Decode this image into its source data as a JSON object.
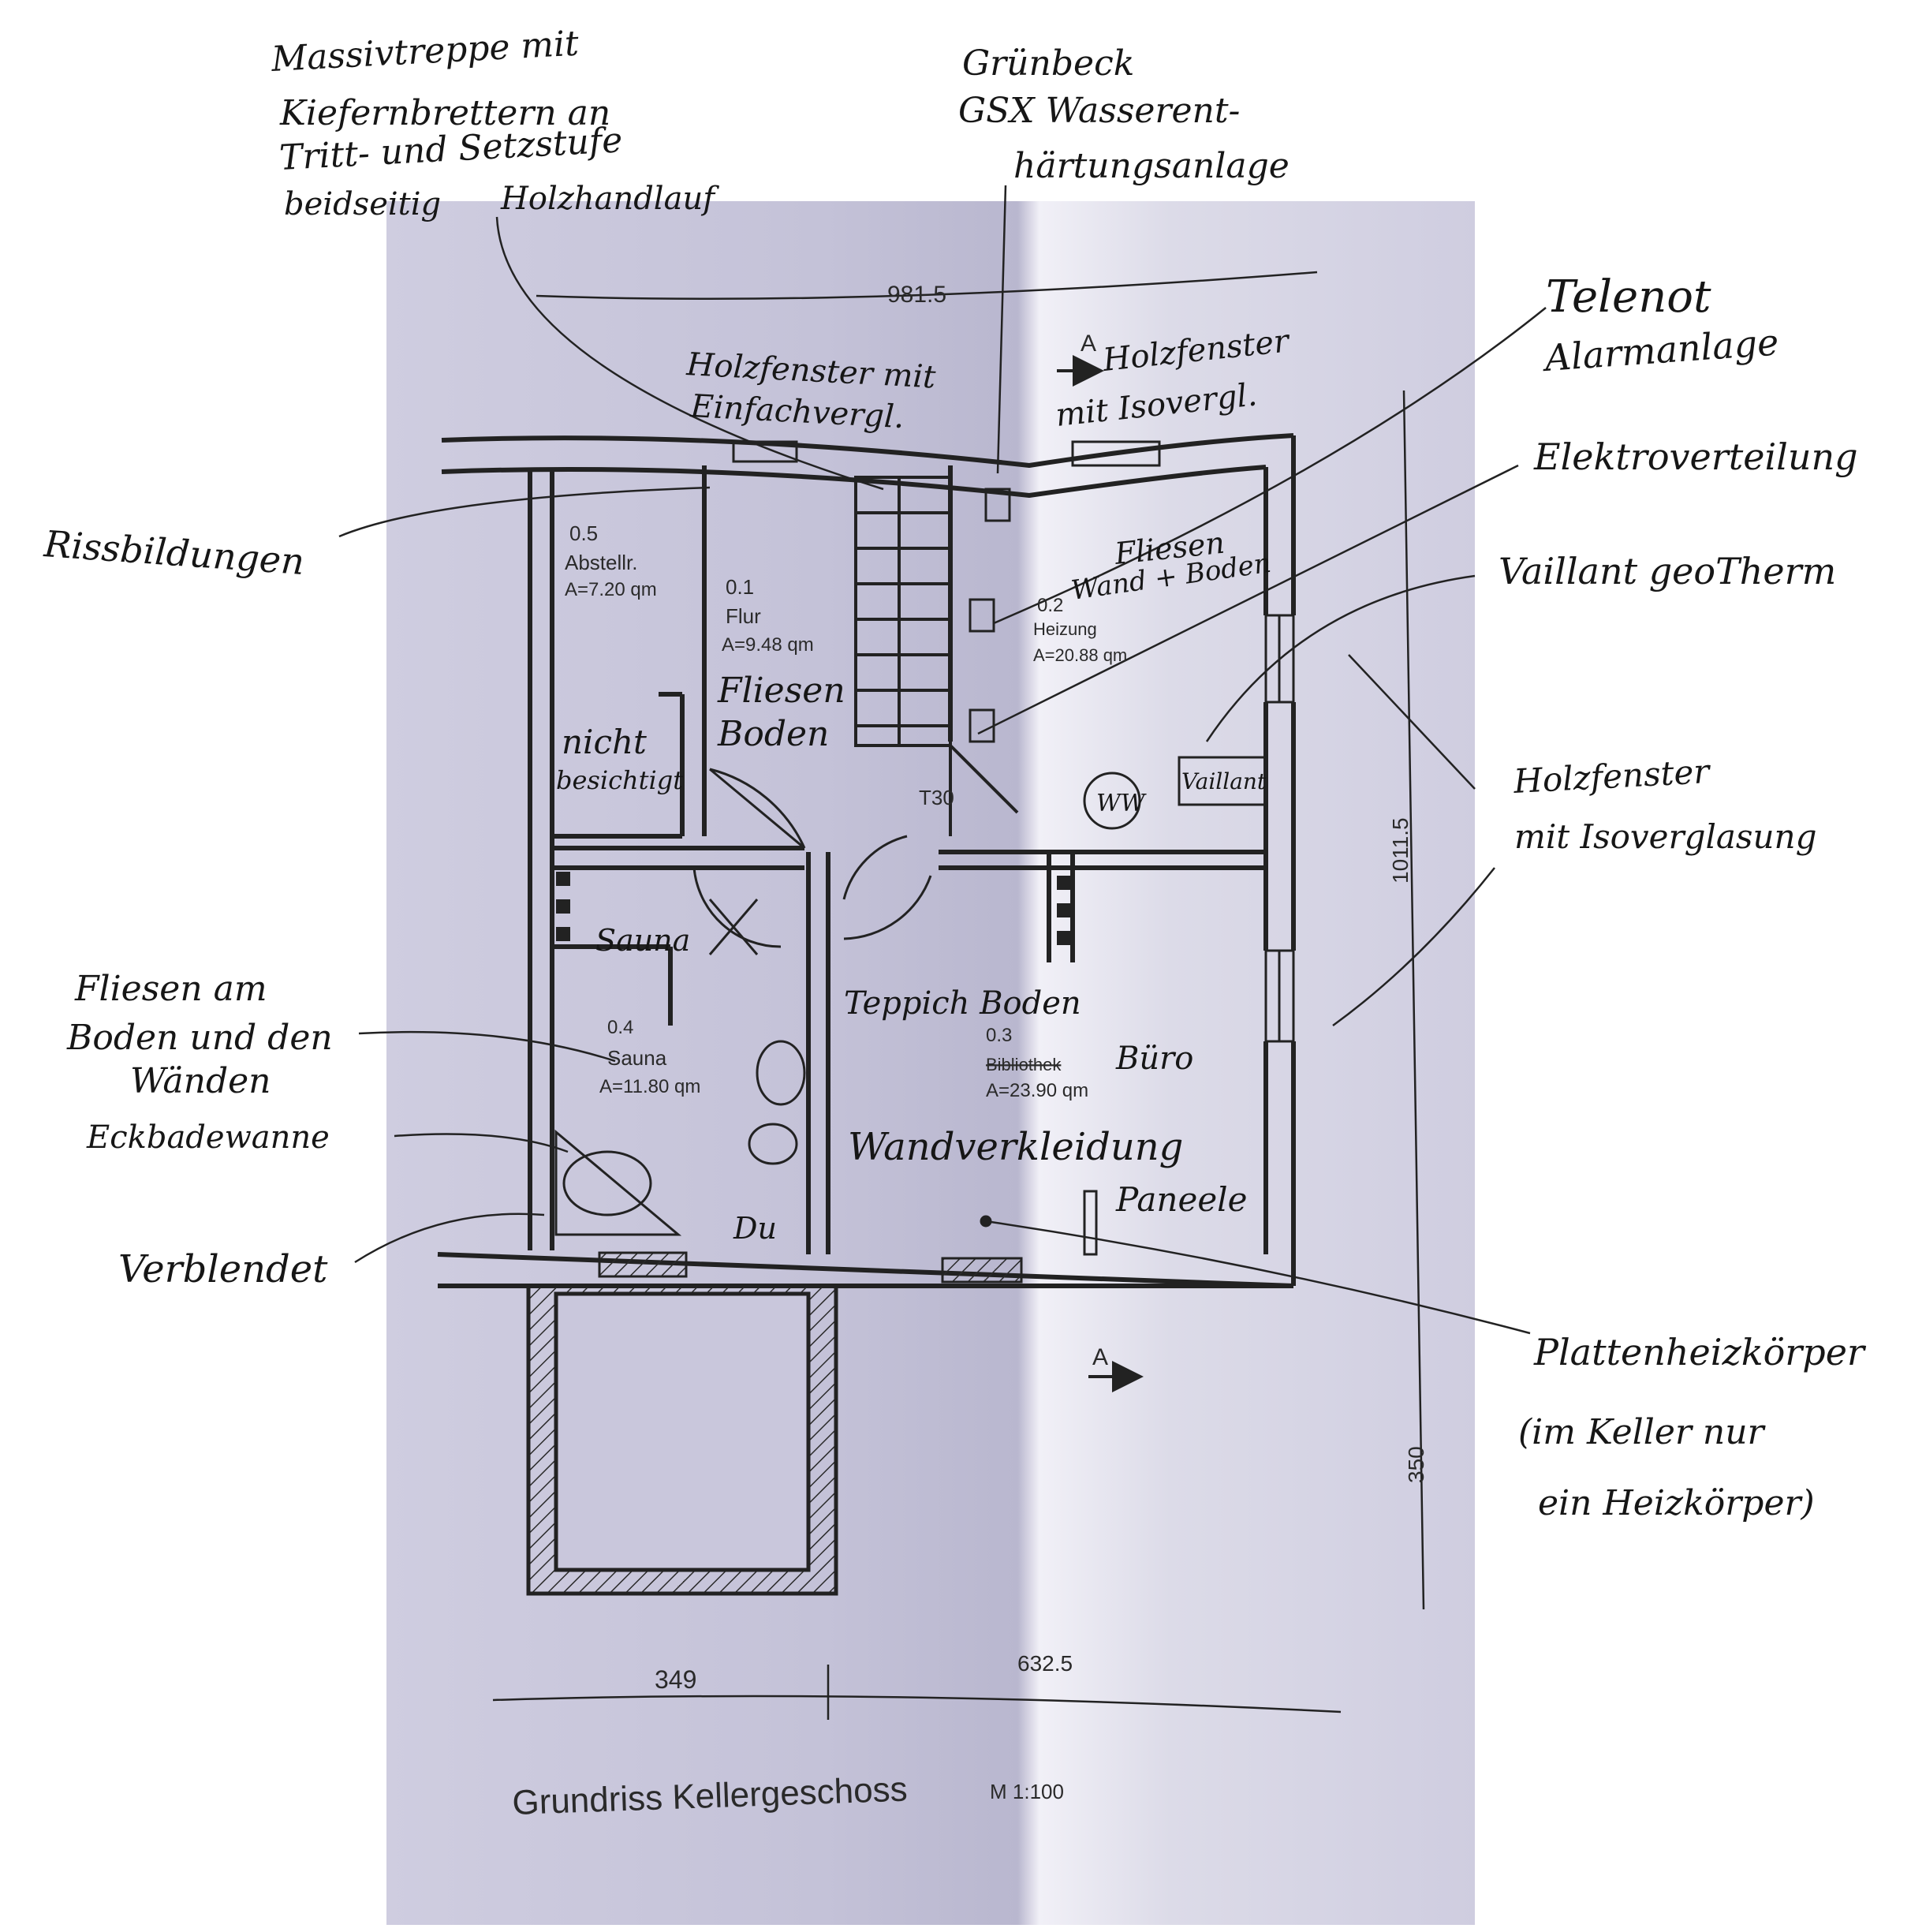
{
  "plan": {
    "title": "Grundriss Kellergeschoss",
    "scale": "M 1:100",
    "dims": {
      "top": "981.5",
      "right_main": "1011.5",
      "right_extension": "350",
      "bottom_left": "349",
      "bottom_total": "632.5"
    },
    "section_marker": "A",
    "door_rating": "T30",
    "rooms": [
      {
        "number": "0.5",
        "name": "Abstellr.",
        "area": "A=7.20 qm"
      },
      {
        "number": "0.1",
        "name": "Flur",
        "area": "A=9.48 qm"
      },
      {
        "number": "0.2",
        "name": "Heizung",
        "area": "A=20.88 qm"
      },
      {
        "number": "0.4",
        "name": "Sauna",
        "area": "A=11.80 qm"
      },
      {
        "number": "0.3",
        "name": "Bibliothek",
        "area": "A=23.90 qm"
      }
    ]
  },
  "annotations": {
    "stairs": [
      "Massivtreppe mit",
      "Kiefernbrettern an",
      "Tritt- und Setzstufe",
      "beidseitig",
      "Holzhandlauf"
    ],
    "gruenbeck": [
      "Grünbeck",
      "GSX Wasserent-",
      "härtungsanlage"
    ],
    "telenot": [
      "Telenot",
      "Alarmanlage"
    ],
    "elektro": "Elektroverteilung",
    "vaillant": "Vaillant geoTherm",
    "holzfenster_right": [
      "Holzfenster",
      "mit Isoverglasung"
    ],
    "holzfenster_einfach": [
      "Holzfenster mit",
      "Einfachvergl."
    ],
    "holzfenster_iso": [
      "Holzfenster",
      "mit Isovergl."
    ],
    "fliesen_heizung": [
      "Fliesen",
      "Wand + Boden"
    ],
    "fliesen_flur": [
      "Fliesen",
      "Boden"
    ],
    "rissbildungen": "Rissbildungen",
    "nicht_besichtigt": [
      "nicht",
      "besichtigt"
    ],
    "vaillant_unit": "Vaillant",
    "ww": "WW",
    "sauna": "Sauna",
    "fliesen_sauna": [
      "Fliesen am",
      "Boden und den",
      "Wänden"
    ],
    "eckbadewanne": "Eckbadewanne",
    "verblendet": "Verblendet",
    "dusche": "Du",
    "teppich": "Teppich Boden",
    "buero": "Büro",
    "wandverkleidung": "Wandverkleidung",
    "paneele": "Paneele",
    "plattenheizkoerper": [
      "Plattenheizkörper",
      "(im Keller nur",
      "ein Heizkörper)"
    ]
  }
}
